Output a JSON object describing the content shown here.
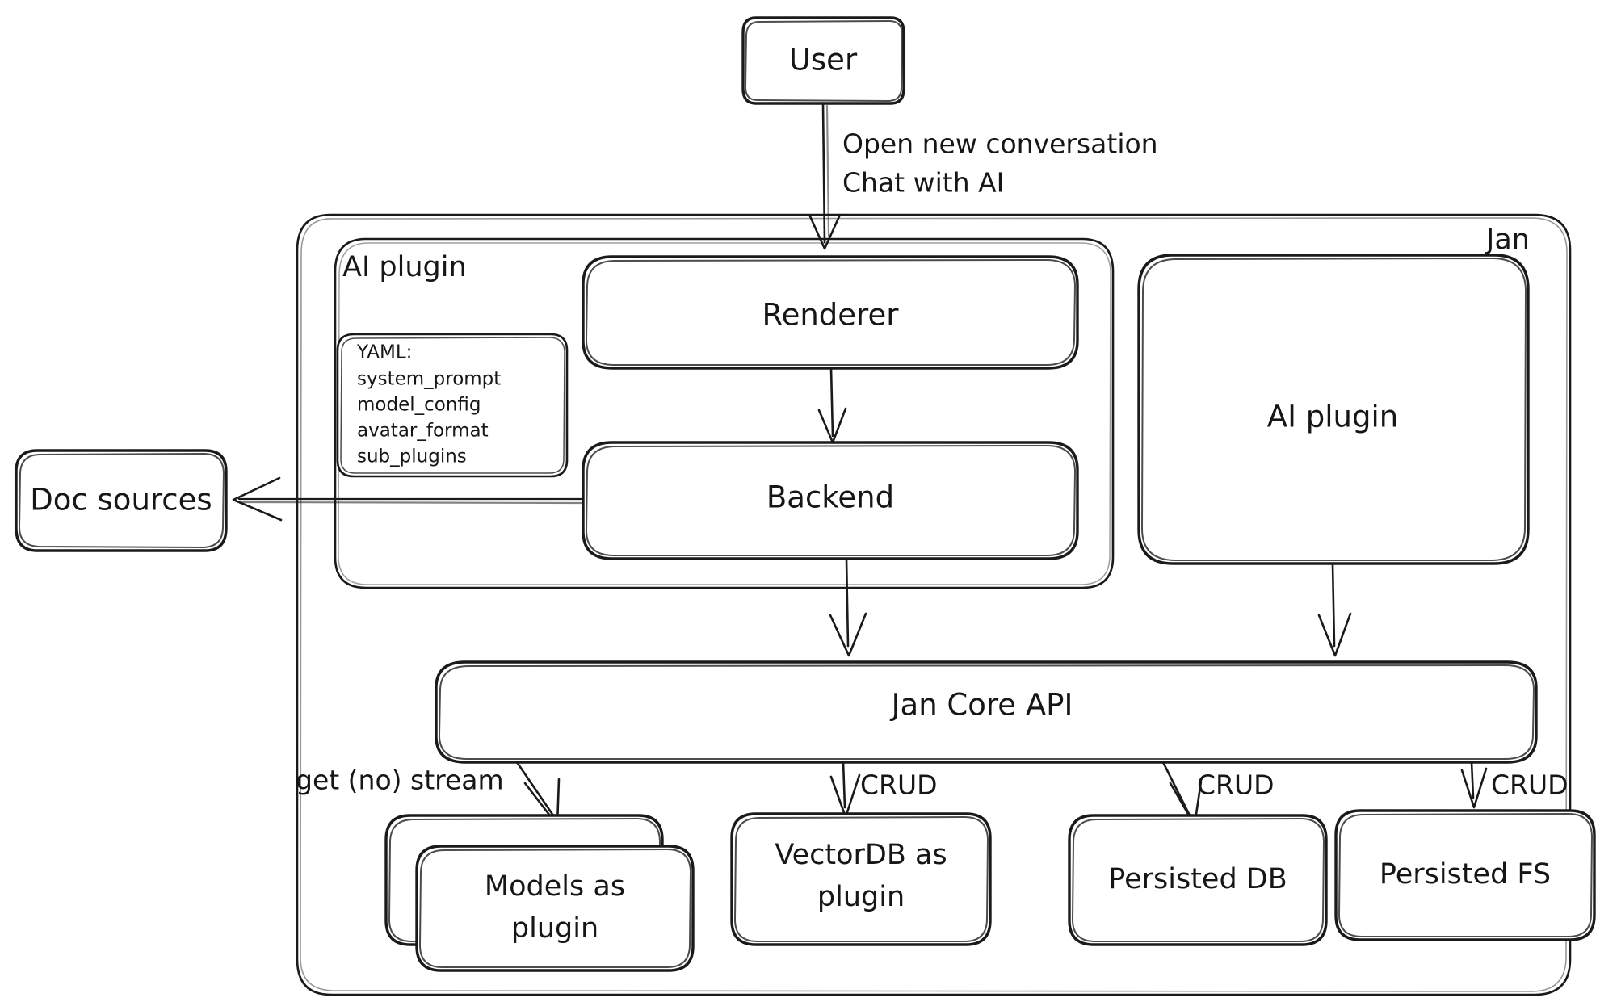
{
  "diagram": {
    "title": "Jan architecture diagram",
    "style": "hand-drawn sketch",
    "background_color": "#ffffff",
    "stroke_color": "#1a1a1a"
  },
  "containers": {
    "jan": {
      "label": "Jan",
      "label_position": "top-right"
    },
    "ai_plugin_group": {
      "label": "AI plugin",
      "label_position": "top-left"
    }
  },
  "nodes": {
    "user": {
      "label": "User"
    },
    "renderer": {
      "label": "Renderer"
    },
    "backend": {
      "label": "Backend"
    },
    "ai_plugin_box": {
      "label": "AI plugin"
    },
    "doc_sources": {
      "label": "Doc sources"
    },
    "jan_core_api": {
      "label": "Jan Core API"
    },
    "models_plugin": {
      "label_line1": "Models as",
      "label_line2": "plugin",
      "stacked": true
    },
    "vectordb_plugin": {
      "label_line1": "VectorDB as",
      "label_line2": "plugin"
    },
    "persisted_db": {
      "label": "Persisted DB"
    },
    "persisted_fs": {
      "label": "Persisted FS"
    }
  },
  "yaml_note": {
    "heading": "YAML:",
    "items": [
      "system_prompt",
      "model_config",
      "avatar_format",
      "sub_plugins"
    ]
  },
  "edge_labels": {
    "user_to_renderer_line1": "Open new conversation",
    "user_to_renderer_line2": "Chat with AI",
    "core_to_models": "get (no) stream",
    "core_to_vectordb": "CRUD",
    "core_to_persisted_db": "CRUD",
    "core_to_persisted_fs": "CRUD"
  }
}
